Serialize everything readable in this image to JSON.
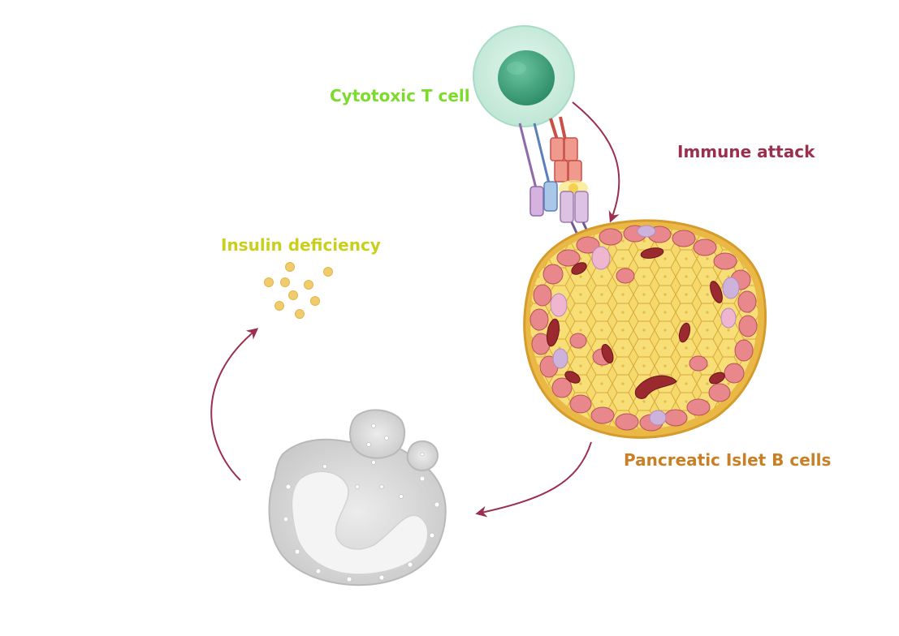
{
  "labels": {
    "cytotoxic_t_cell": "Cytotoxic T cell",
    "immune_attack": "Immune attack",
    "insulin_deficiency": "Insulin deficiency",
    "pancreatic_islet": "Pancreatic Islet B cells"
  },
  "colors": {
    "t_cell_label": "#7ddb2c",
    "immune_attack_label": "#9b2f4e",
    "insulin_label": "#c9cf1c",
    "islet_label": "#c98024",
    "arrow": "#9b2f4e",
    "islet_border": "#e9b845",
    "beta_cell": "#f5d96b",
    "alpha_cell": "#e47f85",
    "t_cell_outer": "#cfeee0",
    "t_cell_nucleus": "#4aaa84",
    "insulin_granule": "#f0cc6e",
    "dead_cell": "#d9d9d9"
  },
  "icons": {
    "t_cell": "t-cell-icon",
    "islet": "pancreatic-islet-icon",
    "dead_cell": "dead-cell-icon",
    "insulin": "insulin-granule-icon",
    "receptor": "tcr-receptor-icon"
  }
}
